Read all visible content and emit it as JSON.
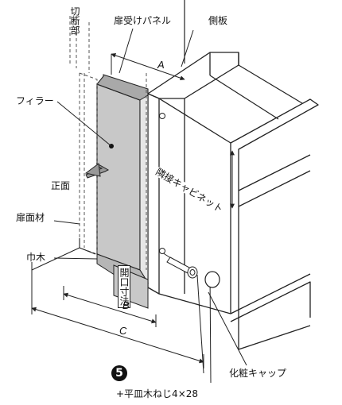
{
  "labels": {
    "cut_section": "切断部",
    "door_receiver_panel": "扉受けパネル",
    "side_panel": "側板",
    "filler": "フィラー",
    "front": "正面",
    "adjacent_cabinet": "隣接キャビネット",
    "door_material": "扉面材",
    "skirting": "巾木",
    "opening_dimension": "開口寸法",
    "decorative_cap": "化粧キャップ",
    "screw_spec": "+平皿木ねじ4×28"
  },
  "dimensions": {
    "a": "A",
    "b": "B",
    "c": "C"
  },
  "badge": {
    "number": "5"
  },
  "colors": {
    "filler_fill": "#c8c8c8",
    "panel_fill": "#a9a9a9",
    "line": "#222222",
    "dashed": "#555555"
  }
}
